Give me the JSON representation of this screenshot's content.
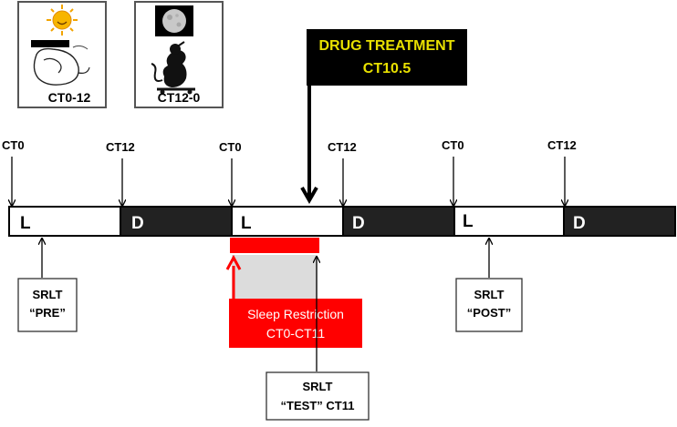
{
  "phase_icons": [
    {
      "label": "CT0-12",
      "icon": "sun-sleeping-rat-icon"
    },
    {
      "label": "CT12-0",
      "icon": "moon-active-rat-icon"
    }
  ],
  "drug_treatment": {
    "title": "DRUG TREATMENT",
    "time": "CT10.5"
  },
  "ct_ticks": [
    "CT0",
    "CT12",
    "CT0",
    "CT12",
    "CT0",
    "CT12"
  ],
  "timeline_segments": [
    {
      "letter": "L",
      "phase": "light"
    },
    {
      "letter": "D",
      "phase": "dark"
    },
    {
      "letter": "L",
      "phase": "light"
    },
    {
      "letter": "D",
      "phase": "dark"
    },
    {
      "letter": "L",
      "phase": "light"
    },
    {
      "letter": "D",
      "phase": "dark"
    }
  ],
  "sleep_restriction": {
    "title": "Sleep Restriction",
    "window": "CT0-CT11"
  },
  "srlt_boxes": [
    {
      "line1": "SRLT",
      "line2": "“PRE”"
    },
    {
      "line1": "SRLT",
      "line2": "“TEST” CT11"
    },
    {
      "line1": "SRLT",
      "line2": "“POST”"
    }
  ],
  "colors": {
    "light": "#ffffff",
    "dark": "#222222",
    "restriction": "#ff0000",
    "restriction_shade": "#dddddd",
    "drug_box": "#000000",
    "drug_text": "#e8e000"
  }
}
